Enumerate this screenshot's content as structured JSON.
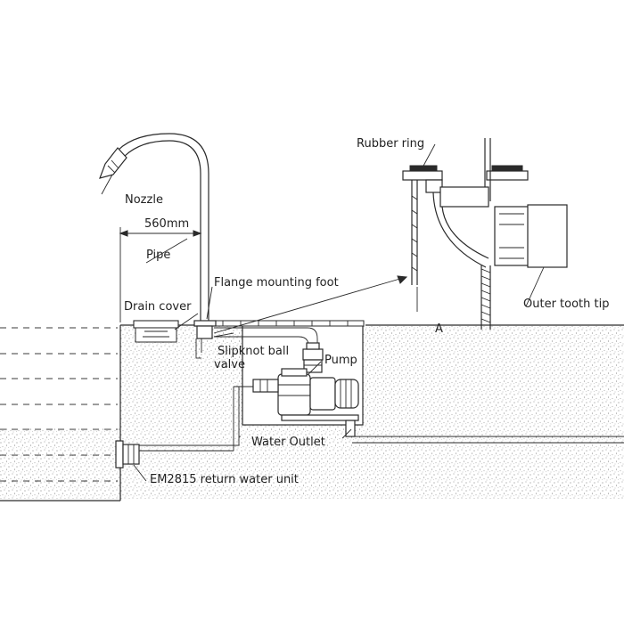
{
  "labels": {
    "nozzle": "Nozzle",
    "dimension": "560mm",
    "pipe": "Pipe",
    "flange": "Flange mounting foot",
    "drain_cover": "Drain cover",
    "valve_line1": "Slipknot ball",
    "valve_line2": "valve",
    "pump": "Pump",
    "water_outlet": "Water Outlet",
    "return_unit": "EM2815 return water unit",
    "rubber_ring": "Rubber ring",
    "outer_tooth_tip": "Outer tooth tip",
    "detail_mark": "A"
  }
}
